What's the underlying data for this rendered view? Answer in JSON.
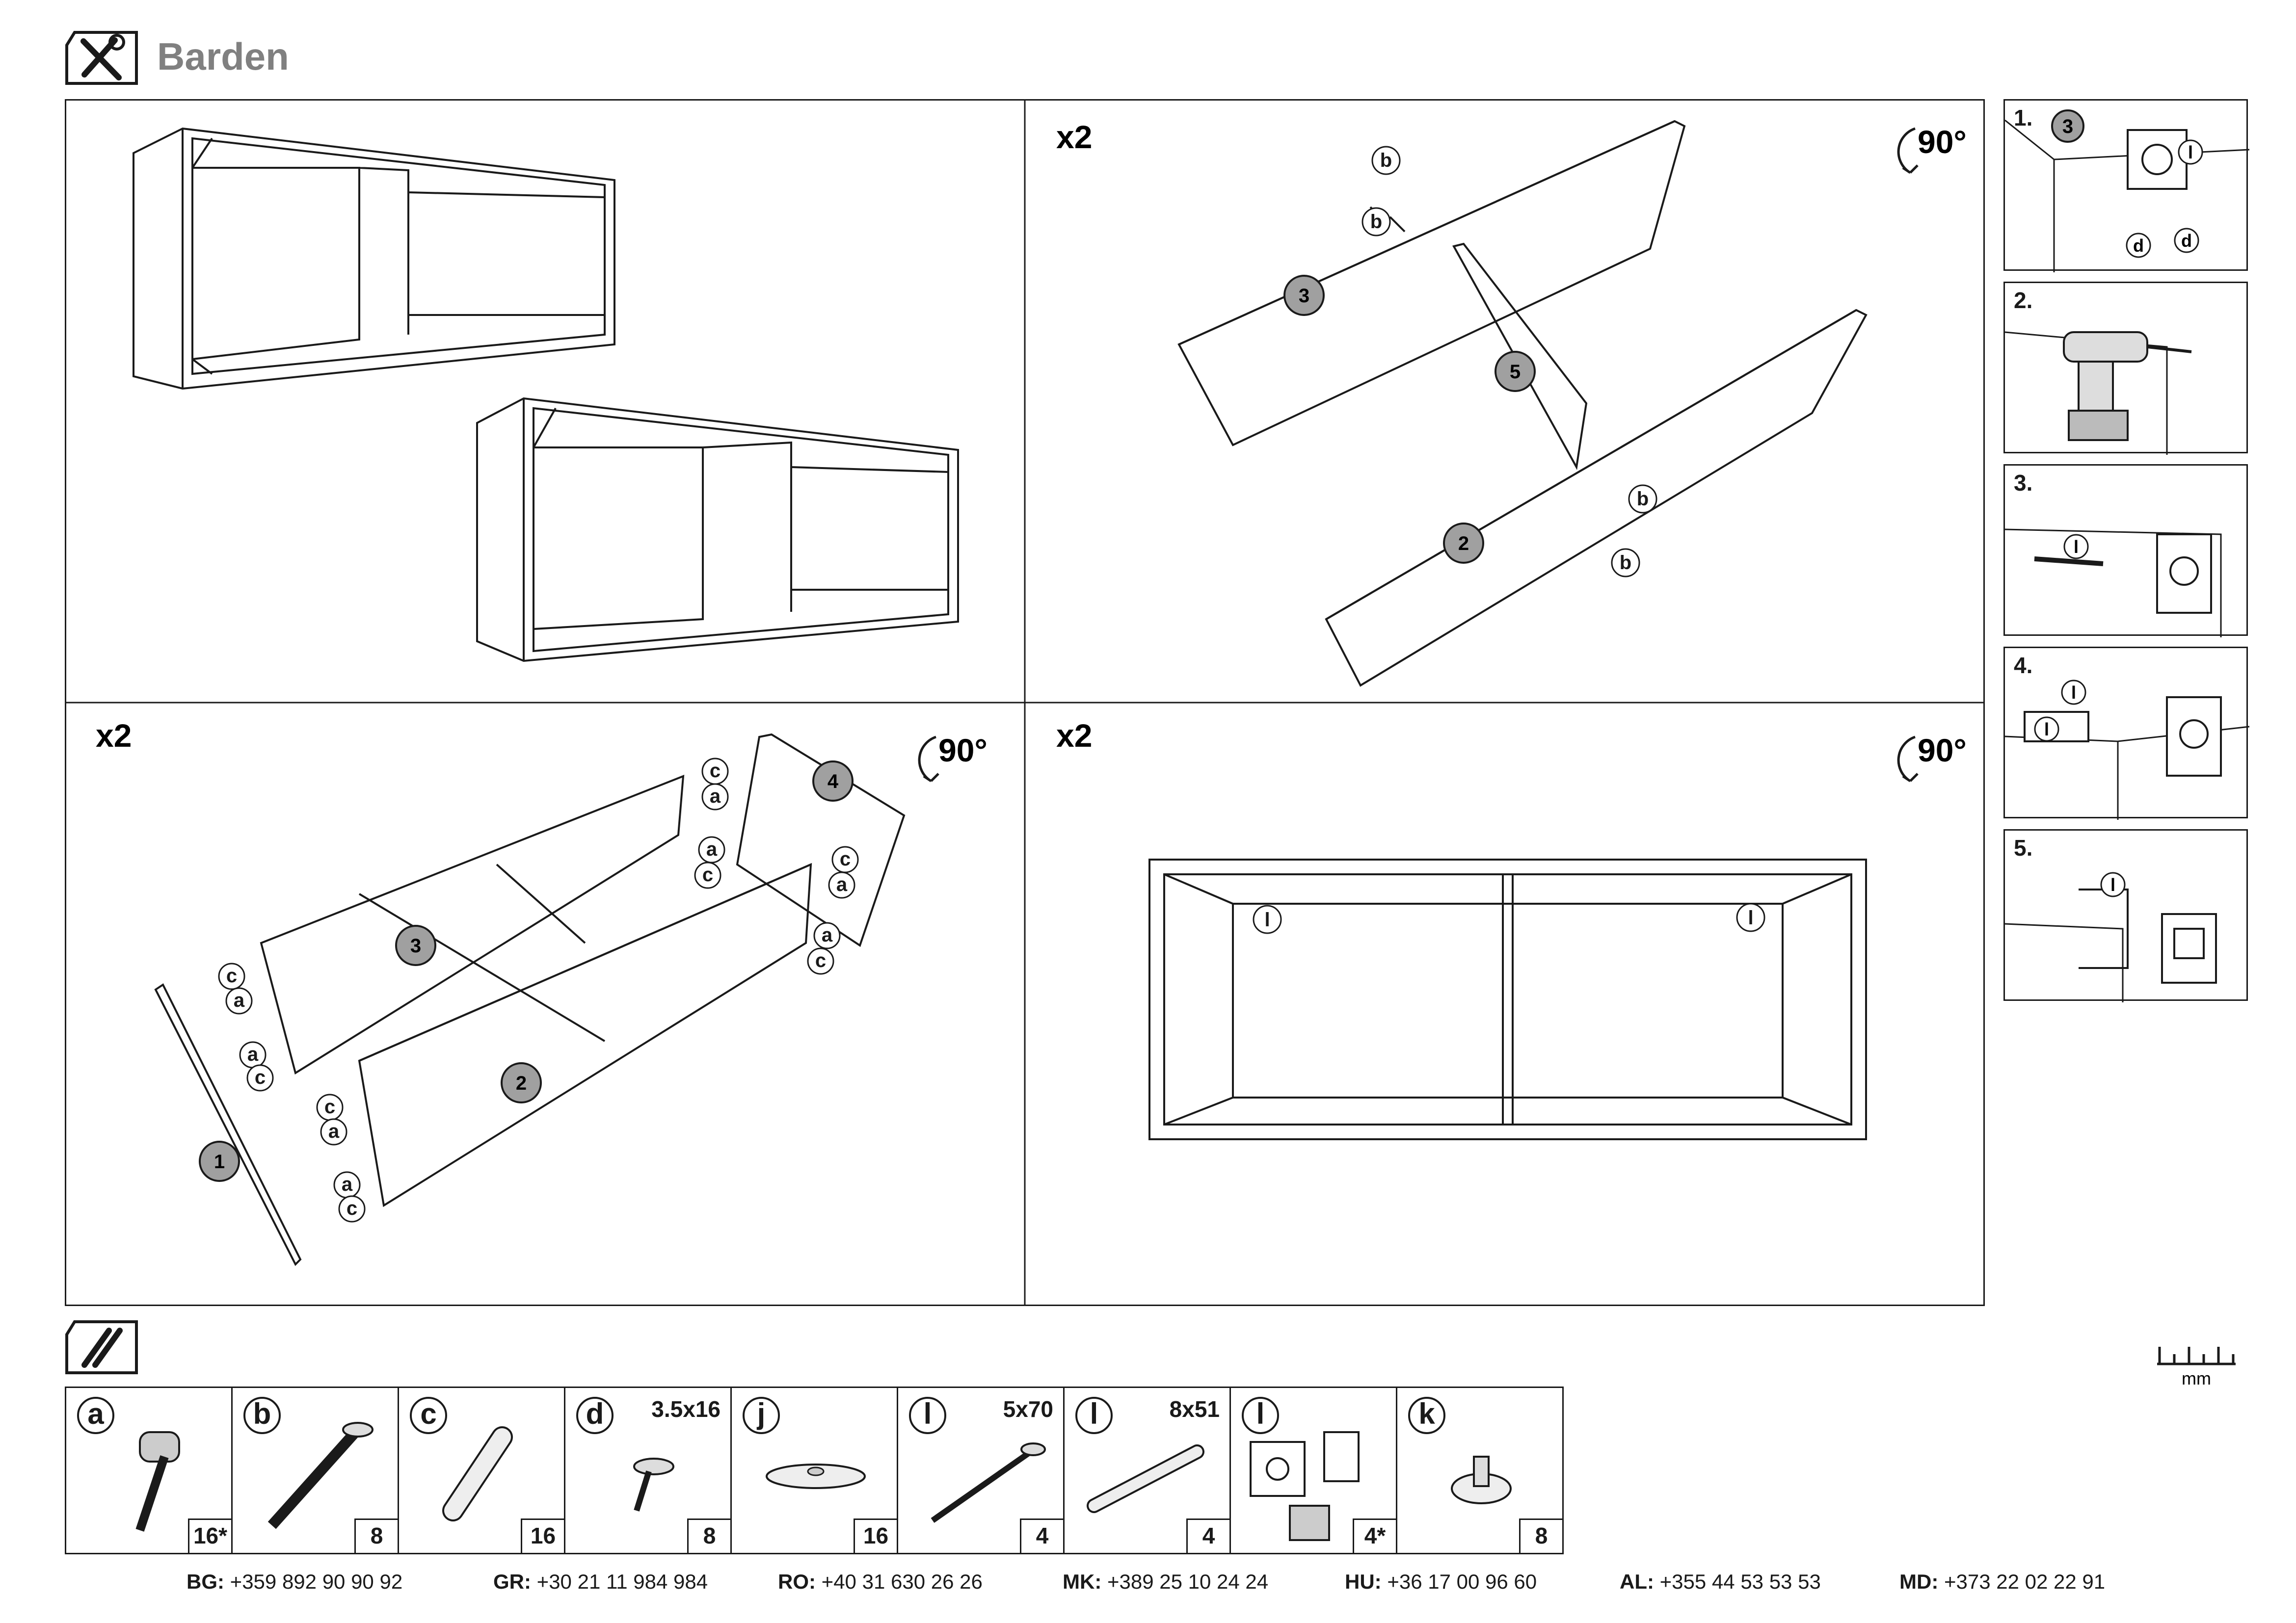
{
  "header": {
    "title": "Barden",
    "tool_icon": "tools-icon"
  },
  "panels": {
    "p2": {
      "count": "x2",
      "rotate": "90°"
    },
    "p3": {
      "count": "x2",
      "rotate": "90°"
    },
    "p4": {
      "count": "x2",
      "rotate": "90°"
    }
  },
  "labels": {
    "part1": "1",
    "part2": "2",
    "part3": "3",
    "part4": "4",
    "part5": "5",
    "a": "a",
    "b": "b",
    "c": "c",
    "d": "d",
    "l": "l"
  },
  "wall_steps": [
    {
      "num": "1."
    },
    {
      "num": "2."
    },
    {
      "num": "3."
    },
    {
      "num": "4."
    },
    {
      "num": "5."
    }
  ],
  "hardware_icon": "hardware-pack-icon",
  "hardware": [
    {
      "letter": "a",
      "size": "",
      "qty": "16*"
    },
    {
      "letter": "b",
      "size": "",
      "qty": "8"
    },
    {
      "letter": "c",
      "size": "",
      "qty": "16"
    },
    {
      "letter": "d",
      "size": "3.5x16",
      "qty": "8"
    },
    {
      "letter": "j",
      "size": "",
      "qty": "16"
    },
    {
      "letter": "l",
      "size": "5x70",
      "qty": "4"
    },
    {
      "letter": "l",
      "size": "8x51",
      "qty": "4"
    },
    {
      "letter": "l",
      "size": "",
      "qty": "4*"
    },
    {
      "letter": "k",
      "size": "",
      "qty": "8"
    }
  ],
  "ruler": {
    "unit": "mm"
  },
  "contacts": [
    {
      "code": "BG:",
      "phone": "+359 892 90 90 92"
    },
    {
      "code": "GR:",
      "phone": "+30 21 11 984 984"
    },
    {
      "code": "RO:",
      "phone": "+40 31 630 26 26"
    },
    {
      "code": "MK:",
      "phone": "+389 25 10 24 24"
    },
    {
      "code": "HU:",
      "phone": "+36 17 00 96 60"
    },
    {
      "code": "AL:",
      "phone": "+355 44 53 53 53"
    },
    {
      "code": "MD:",
      "phone": "+373 22 02 22 91"
    }
  ]
}
